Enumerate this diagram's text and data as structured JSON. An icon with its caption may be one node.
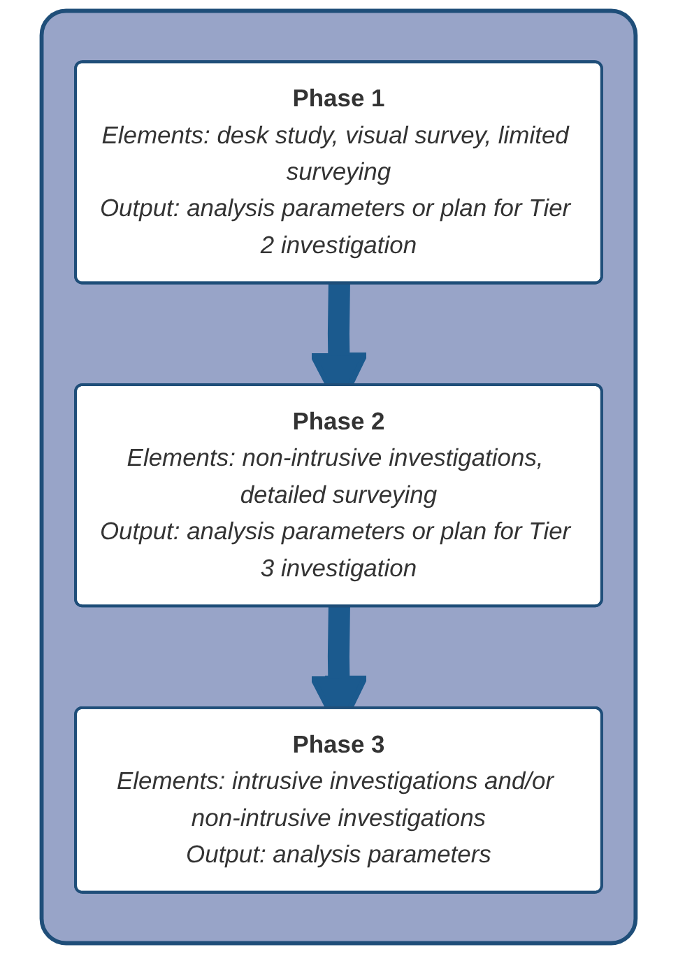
{
  "diagram": {
    "nodes": [
      {
        "text": [],
        "shape": "box"
      },
      {
        "text": [
          "Phase 1",
          "Elements: desk study, visual survey, limited surveying",
          "Output: analysis parameters or plan for Tier 2 investigation"
        ],
        "in": 0
      },
      {
        "text": [
          "Phase 2",
          "Elements: non-intrusive investigations, detailed surveying",
          "Output: analysis parameters or plan for Tier 3 investigation"
        ],
        "in": 0
      },
      {
        "text": [
          "Phase 3",
          "Elements: intrusive investigations and/or non-intrusive investigations",
          "Output: analysis parameters"
        ],
        "in": 0
      }
    ],
    "edges": [
      {
        "from": 1,
        "to": 2,
        "arrow": "to"
      },
      {
        "from": 2,
        "to": 3,
        "arrow": "to"
      }
    ]
  }
}
